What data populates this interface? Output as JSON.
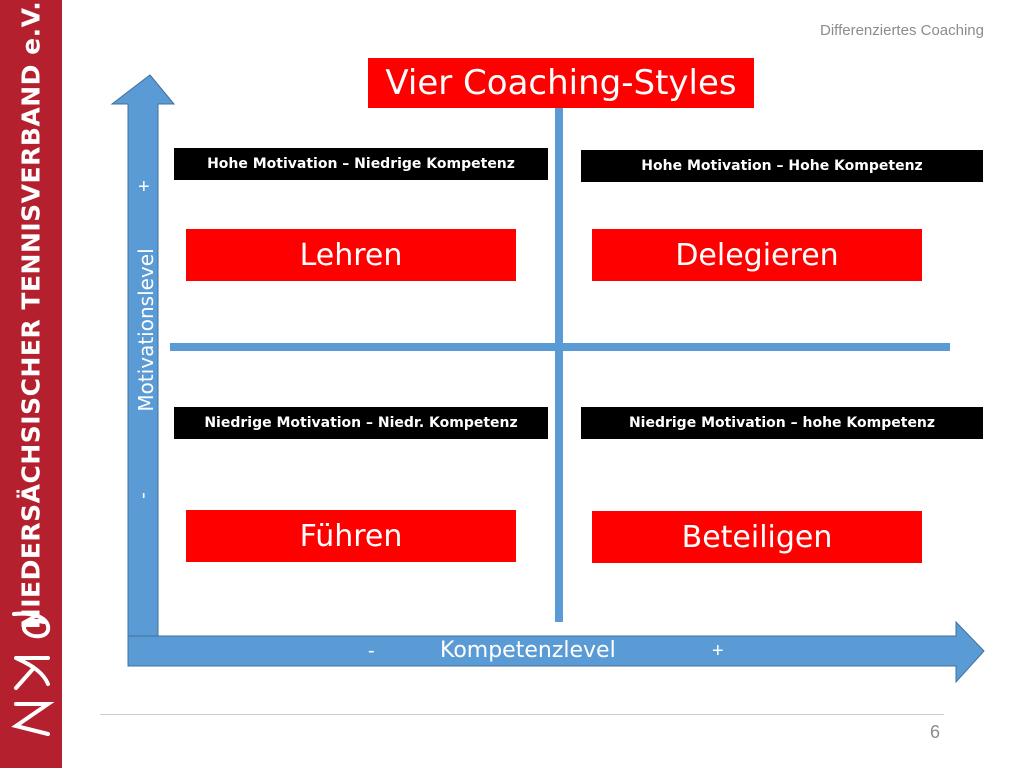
{
  "sidebar": {
    "title": "NIEDERSÄCHSISCHER TENNISVERBAND e.V.",
    "logo_icon": "ntv-logo-icon",
    "color": "#b5202e"
  },
  "header": {
    "subtitle": "Differenziertes Coaching"
  },
  "diagram": {
    "title": "Vier Coaching-Styles",
    "y_axis": {
      "label": "Motivationslevel",
      "plus": "+",
      "minus": "-"
    },
    "x_axis": {
      "label": "Kompetenzlevel",
      "minus": "-",
      "plus": "+"
    },
    "quadrants": {
      "top_left": {
        "condition": "Hohe Motivation – Niedrige Kompetenz",
        "style": "Lehren"
      },
      "top_right": {
        "condition": "Hohe Motivation – Hohe Kompetenz",
        "style": "Delegieren"
      },
      "bottom_left": {
        "condition": "Niedrige Motivation – Niedr. Kompetenz",
        "style": "Führen"
      },
      "bottom_right": {
        "condition": "Niedrige Motivation – hohe Kompetenz",
        "style": "Beteiligen"
      }
    },
    "colors": {
      "accent": "#ff0000",
      "axis": "#5b9bd5",
      "label_bg": "#000000"
    }
  },
  "footer": {
    "page_number": "6"
  }
}
